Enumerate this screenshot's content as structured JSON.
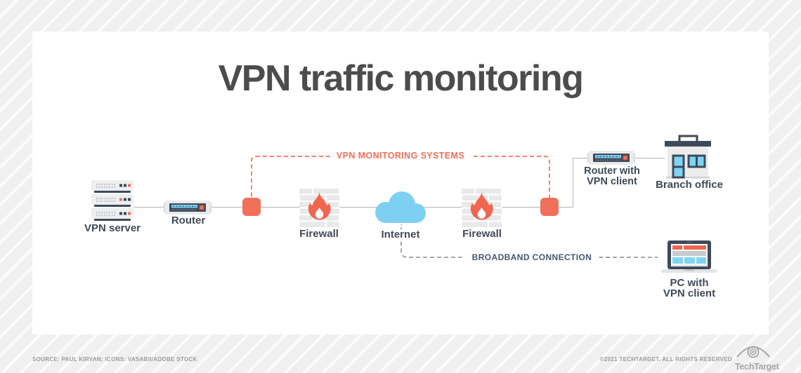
{
  "title": "VPN traffic monitoring",
  "diagram": {
    "vpn_server": "VPN server",
    "router": "Router",
    "firewall_left": "Firewall",
    "internet": "Internet",
    "firewall_right": "Firewall",
    "router_vpn_line1": "Router with",
    "router_vpn_line2": "VPN client",
    "branch_office": "Branch office",
    "pc_vpn_line1": "PC with",
    "pc_vpn_line2": "VPN client",
    "vpn_monitoring": "VPN MONITORING SYSTEMS",
    "broadband": "BROADBAND CONNECTION"
  },
  "footer": {
    "source": "SOURCE: PAUL KIRVAN; ICONS: VASABII/ADOBE STOCK",
    "copyright": "©2021 TECHTARGET. ALL RIGHTS RESERVED",
    "brand": "TechTarget"
  },
  "colors": {
    "accent_orange": "#f1705a",
    "flame_orange": "#f0664e",
    "dashed_orange": "#f0846c",
    "monitoring_label_orange": "#ef6e57",
    "cloud_blue": "#7ed0f2",
    "window_blue": "#7fd4f4",
    "navy": "#3e4a5a",
    "node_label": "#3f4a56",
    "broadband_label": "#46586a",
    "line_gray": "#b4b4b4",
    "dash_gray": "#9fa8ae",
    "title_color": "#4c4c4e",
    "footer_gray": "#9b9b9b"
  }
}
